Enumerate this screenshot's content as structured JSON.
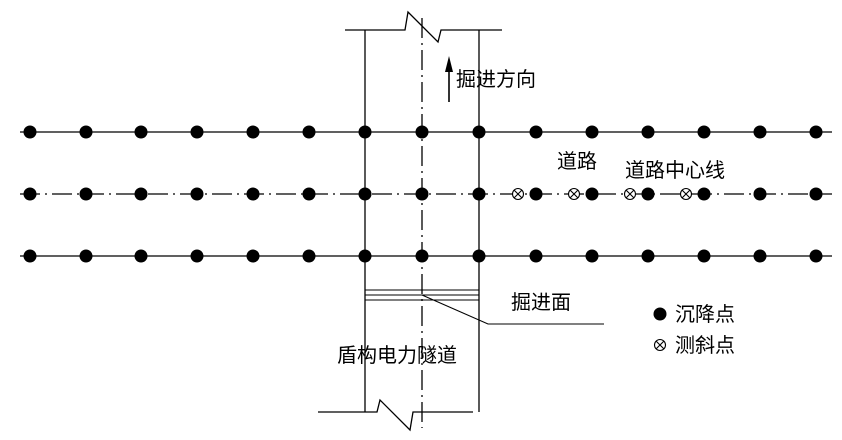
{
  "labels": {
    "direction": "掘进方向",
    "road": "道路",
    "road_centerline": "道路中心线",
    "face": "掘进面",
    "tunnel": "盾构电力隧道"
  },
  "legend": {
    "settlement": "沉降点",
    "inclinometer": "测斜点"
  },
  "colors": {
    "ink": "#000000",
    "background": "#ffffff"
  }
}
